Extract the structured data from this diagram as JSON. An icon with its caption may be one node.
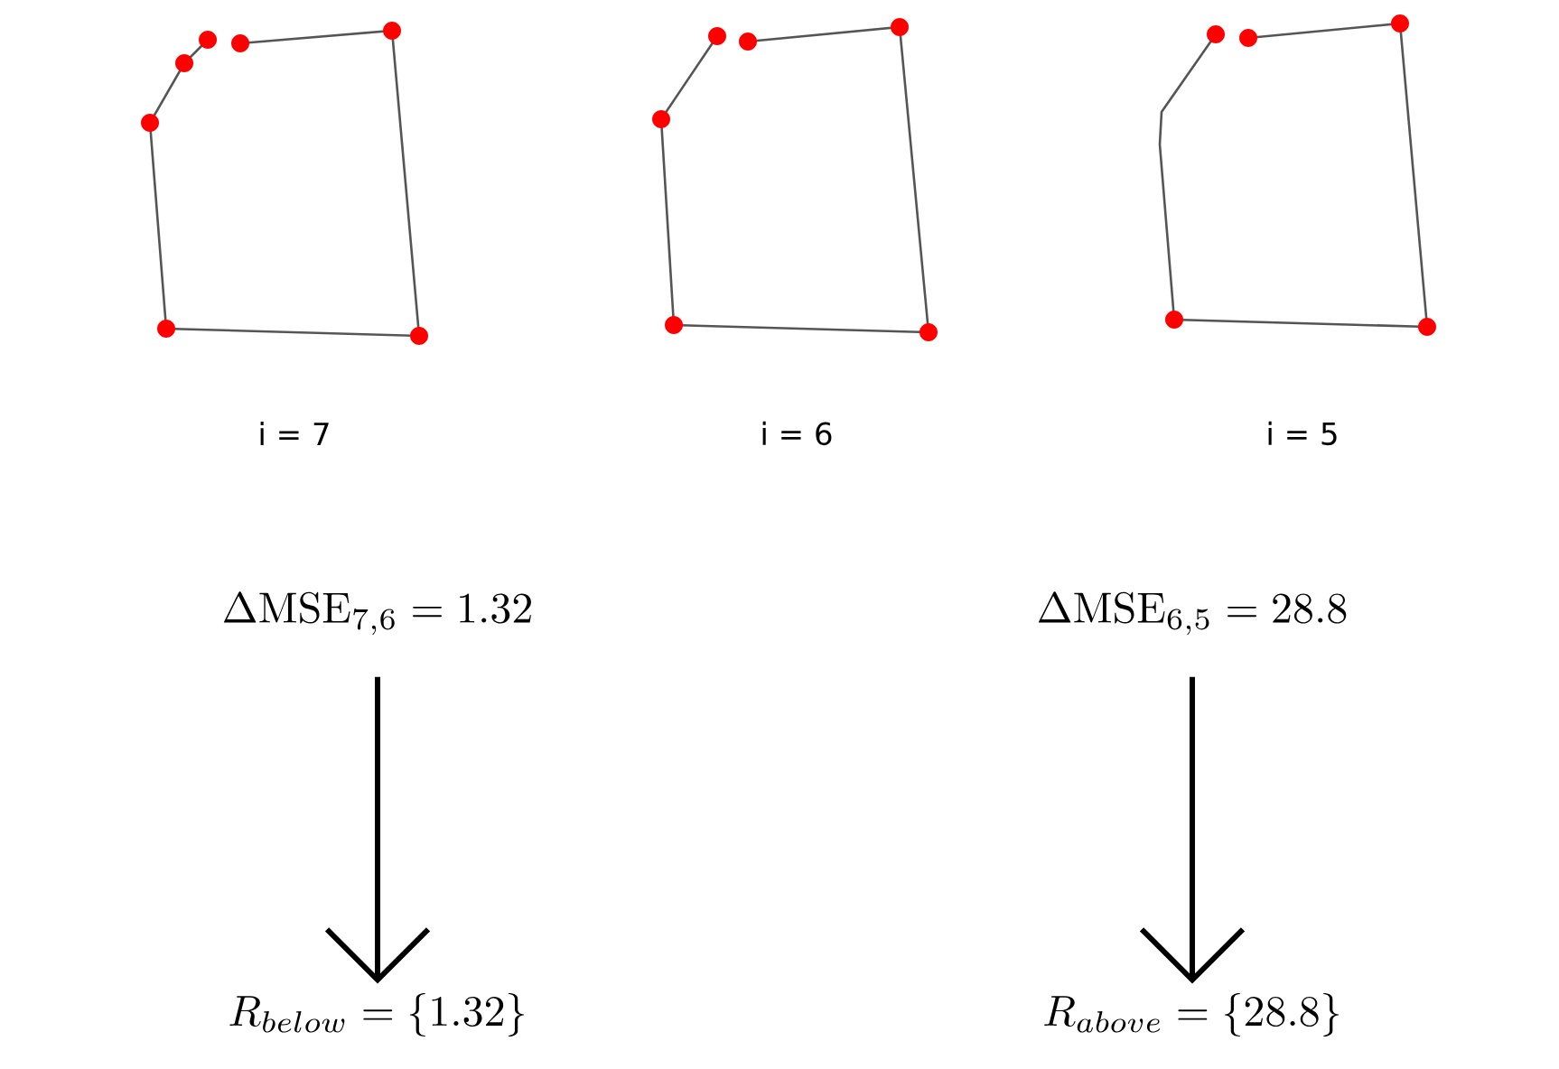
{
  "diagram": {
    "nodes": [
      {
        "text": [],
        "shape": "picture",
        "beside": [
          "i = 7"
        ]
      },
      {
        "text": [],
        "shape": "picture",
        "beside": [
          "i = 6"
        ]
      },
      {
        "text": [],
        "shape": "picture",
        "beside": [
          "i = 5"
        ]
      },
      {
        "text": [
          "\\Delta\\mathrm{MSE}_{7,6} = 1.32"
        ]
      },
      {
        "text": [
          "\\Delta\\mathrm{MSE}_{6,5} = 28.8"
        ]
      },
      {
        "text": [
          "R_{below} = \\{1.32\\}"
        ]
      },
      {
        "text": [
          "R_{above} = \\{28.8\\}"
        ]
      }
    ],
    "edges": [
      {
        "from": 3,
        "to": 5,
        "arrow": "to"
      },
      {
        "from": 4,
        "to": 6,
        "arrow": "to"
      }
    ]
  }
}
